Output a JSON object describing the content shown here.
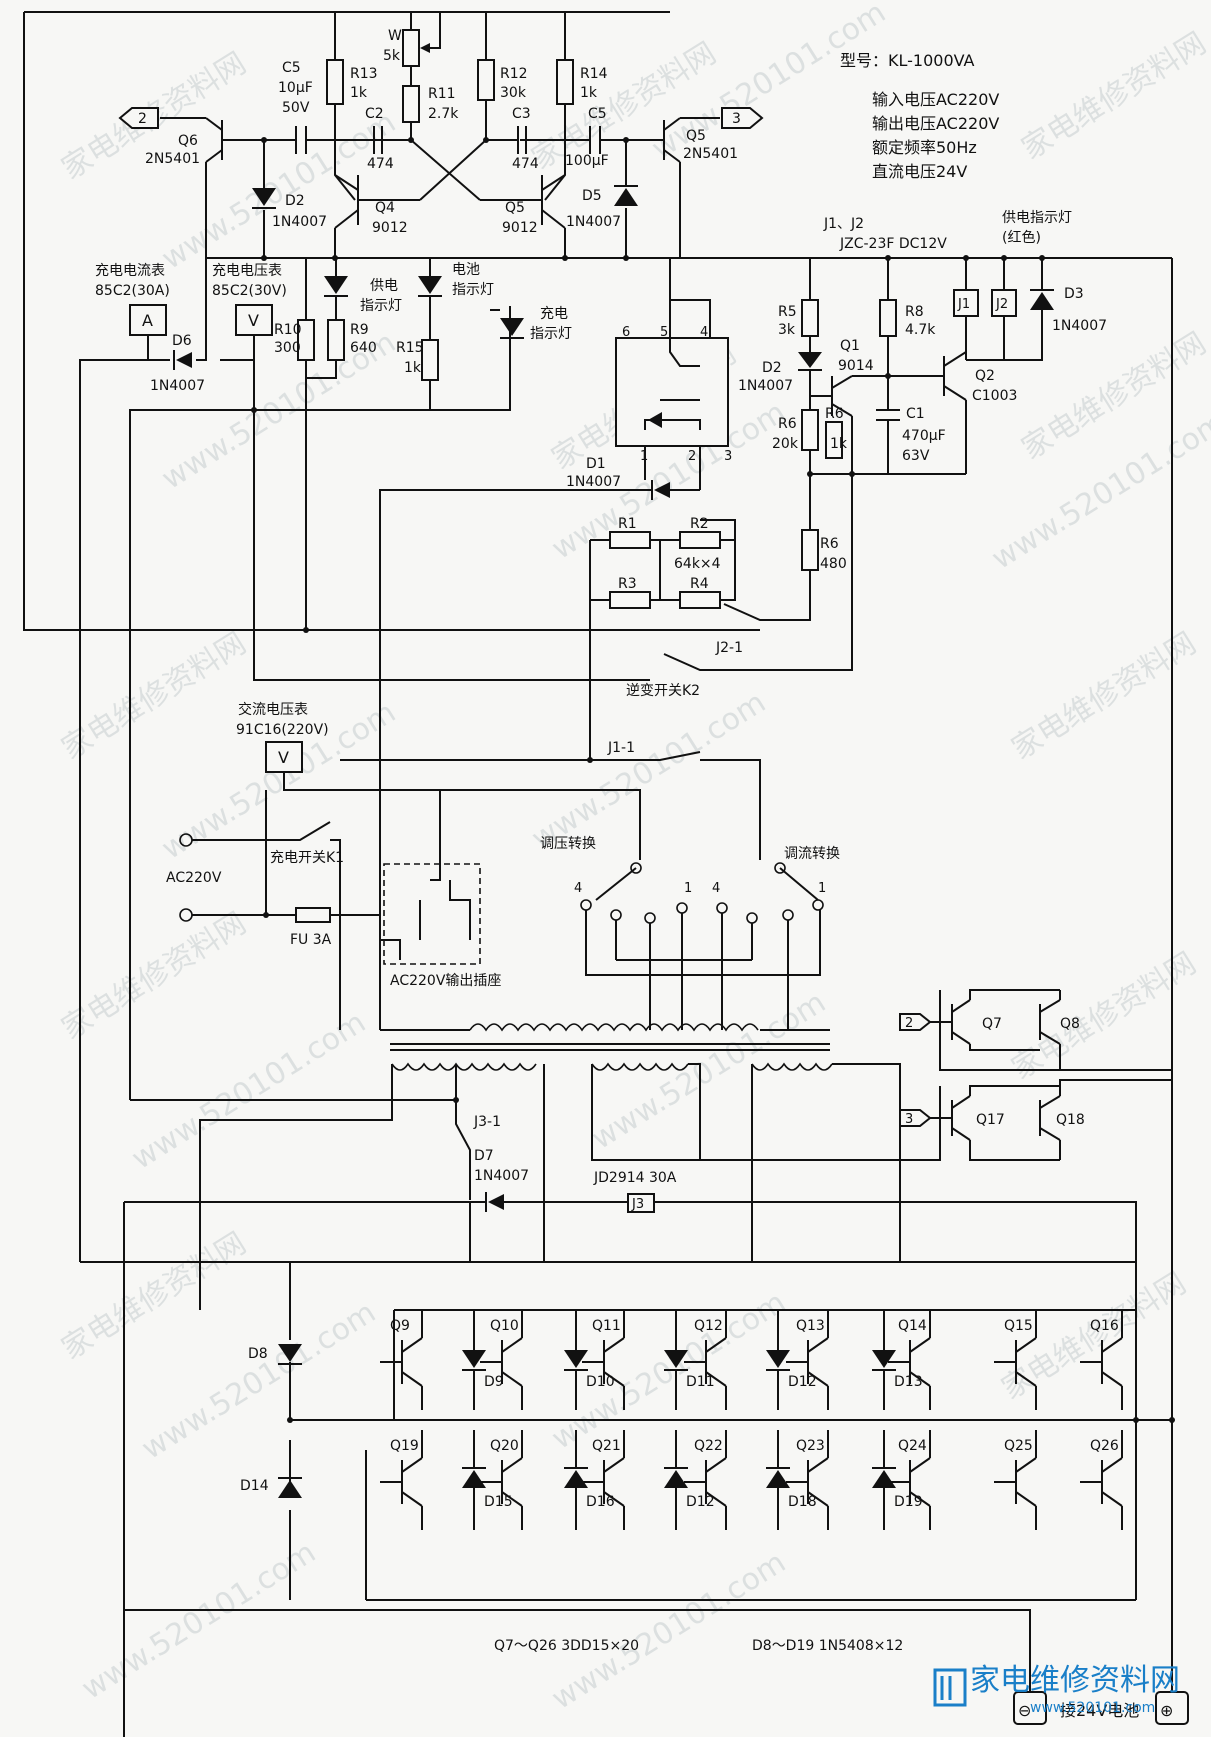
{
  "specs": {
    "model": "型号：KL-1000VA",
    "input_voltage": "输入电压AC220V",
    "output_voltage": "输出电压AC220V",
    "frequency": "额定频率50Hz",
    "dc_voltage": "直流电压24V"
  },
  "components": {
    "c5a": [
      "C5",
      "10μF",
      "50V"
    ],
    "r13": [
      "R13",
      "1k"
    ],
    "w": [
      "W",
      "5k"
    ],
    "r11": [
      "R11",
      "2.7k"
    ],
    "r12": [
      "R12",
      "30k"
    ],
    "r14": [
      "R14",
      "1k"
    ],
    "c2": [
      "C2",
      "474"
    ],
    "c3": [
      "C3",
      "474"
    ],
    "c5b": [
      "C5",
      "100μF"
    ],
    "q6": [
      "Q6",
      "2N5401"
    ],
    "q5": [
      "Q5",
      "2N5401"
    ],
    "q4": [
      "Q4",
      "9012"
    ],
    "q5b": [
      "Q5",
      "9012"
    ],
    "d2": [
      "D2",
      "1N4007"
    ],
    "d5": [
      "D5",
      "1N4007"
    ],
    "relay": [
      "J1、J2",
      "JZC-23F  DC12V"
    ],
    "indicator_red": [
      "供电指示灯",
      "(红色)"
    ],
    "j1": "J1",
    "j2": "J2",
    "d3": [
      "D3",
      "1N4007"
    ],
    "amp_meter": [
      "充电电流表",
      "85C2(30A)"
    ],
    "volt_meter": [
      "充电电压表",
      "85C2(30V)"
    ],
    "meter_a": "A",
    "meter_v": "V",
    "d6": [
      "D6",
      "1N4007"
    ],
    "r10": [
      "R10",
      "300"
    ],
    "r9": [
      "R9",
      "640"
    ],
    "led_power": [
      "供电",
      "指示灯"
    ],
    "led_batt": [
      "电池",
      "指示灯"
    ],
    "led_charge": [
      "充电",
      "指示灯"
    ],
    "r15": [
      "R15",
      "1k"
    ],
    "opto_pins": [
      "6",
      "5",
      "4",
      "1",
      "2",
      "3"
    ],
    "r5": [
      "R5",
      "3k"
    ],
    "d2b": [
      "D2",
      "1N4007"
    ],
    "q1": [
      "Q1",
      "9014"
    ],
    "r8": [
      "R8",
      "4.7k"
    ],
    "q2": [
      "Q2",
      "C1003"
    ],
    "r6a": [
      "R6",
      "20k"
    ],
    "r6b": [
      "R6",
      "1k"
    ],
    "c1": [
      "C1",
      "470μF",
      "63V"
    ],
    "d1": [
      "D1",
      "1N4007"
    ],
    "r1": "R1",
    "r2": "R2",
    "r3": "R3",
    "r4": "R4",
    "r_group": "64k×4",
    "r6c": [
      "R6",
      "480"
    ],
    "j2_1": "J2-1",
    "k2": "逆变开关K2",
    "ac_meter": [
      "交流电压表",
      "91C16(220V)"
    ],
    "j1_1": "J1-1",
    "k1": "充电开关K1",
    "ac_in": "AC220V",
    "fuse": "FU  3A",
    "socket": "AC220V输出插座",
    "tap_v": "调压转换",
    "tap_i": "调流转换",
    "tap_nums": [
      "4",
      "1",
      "4",
      "1"
    ],
    "q7": "Q7",
    "q8": "Q8",
    "q17": "Q17",
    "q18": "Q18",
    "port2": "2",
    "port3": "3",
    "j3_1": "J3-1",
    "d7": [
      "D7",
      "1N4007"
    ],
    "j3": [
      "JD2914  30A",
      "J3"
    ],
    "top_row_q": [
      "Q9",
      "Q10",
      "Q11",
      "Q12",
      "Q13",
      "Q14",
      "Q15",
      "Q16"
    ],
    "top_row_d": [
      "D9",
      "D10",
      "D11",
      "D12",
      "D13"
    ],
    "bot_row_q": [
      "Q19",
      "Q20",
      "Q21",
      "Q22",
      "Q23",
      "Q24",
      "Q25",
      "Q26"
    ],
    "bot_row_d": [
      "D15",
      "D16",
      "D12",
      "D18",
      "D19"
    ],
    "d8": "D8",
    "d14": "D14",
    "bom_q": "Q7～Q26    3DD15×20",
    "bom_d": "D8～D19    1N5408×12",
    "battery": "接24V电池",
    "minus": "⊖",
    "plus": "⊕"
  },
  "watermark": "www.520101.com",
  "watermark_cn": "家电维修资料网",
  "logo": {
    "cn": "家电维修资料网",
    "url": "www.520101.com"
  }
}
